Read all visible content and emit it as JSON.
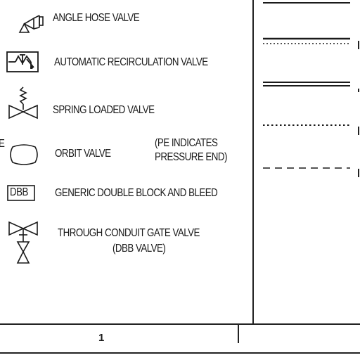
{
  "legend": {
    "items": [
      {
        "id": "angle-hose",
        "icon": "angle-hose-valve-icon",
        "label": "ANGLE HOSE VALVE"
      },
      {
        "id": "auto-recirc",
        "icon": "automatic-recirculation-valve-icon",
        "label": "AUTOMATIC RECIRCULATION VALVE"
      },
      {
        "id": "spring-loaded",
        "icon": "spring-loaded-valve-icon",
        "label": "SPRING LOADED VALVE"
      },
      {
        "id": "orbit",
        "icon": "orbit-valve-icon",
        "label": "ORBIT VALVE",
        "note_line1": "(PE INDICATES",
        "note_line2": "PRESSURE END)",
        "marker": "E"
      },
      {
        "id": "dbb",
        "icon": "double-block-bleed-icon",
        "box_text": "DBB",
        "label": "GENERIC DOUBLE BLOCK AND BLEED"
      },
      {
        "id": "through-conduit",
        "icon": "through-conduit-gate-valve-icon",
        "label_line1": "THROUGH CONDUIT GATE VALVE",
        "label_line2": "(DBB VALVE)"
      }
    ]
  },
  "line_types": [
    {
      "name": "solid-top-line",
      "style": "solid"
    },
    {
      "name": "double-line-with-dots",
      "style": "double-dotted"
    },
    {
      "name": "double-solid-line",
      "style": "double"
    },
    {
      "name": "dotted-line",
      "style": "dotted"
    },
    {
      "name": "dashed-line",
      "style": "dashed"
    }
  ],
  "title_block": {
    "sheet_number": "1"
  }
}
